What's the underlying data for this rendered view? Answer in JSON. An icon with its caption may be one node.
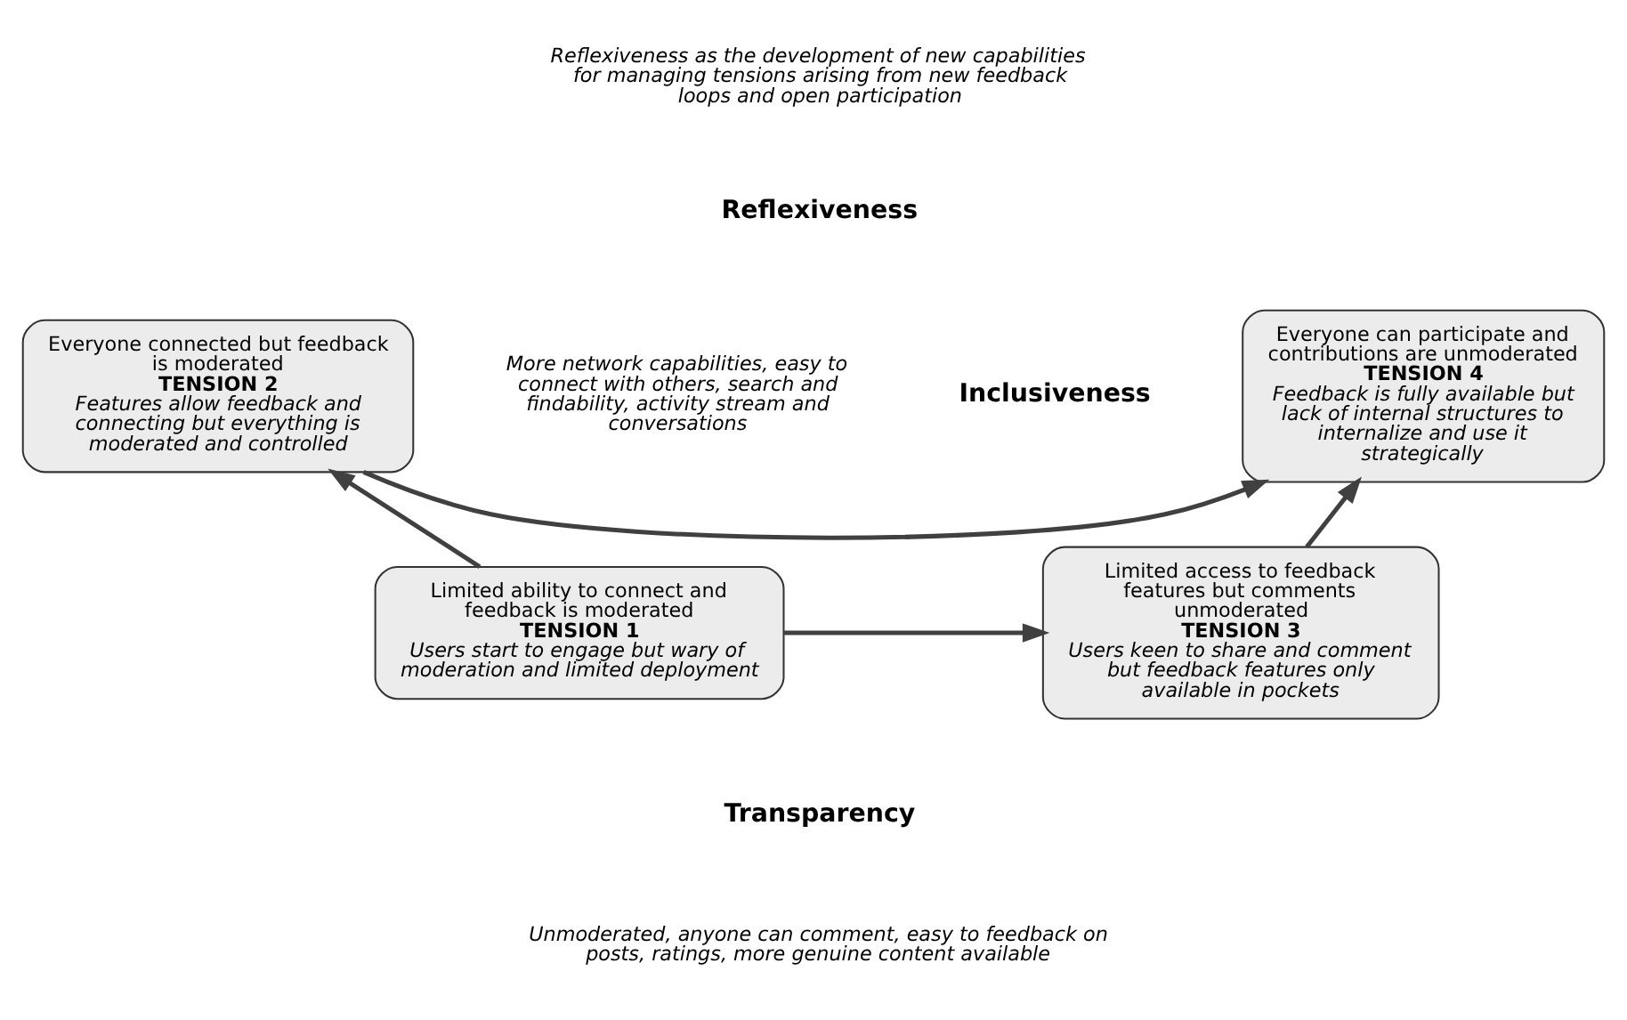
{
  "diagram": {
    "nodes": [
      {
        "text": [
          "Everyone connected but feedback is moderated",
          "TENSION 2",
          "Features allow feedback and connecting but everything is moderated and controlled"
        ]
      },
      {
        "text": [
          "Everyone can participate and contributions are unmoderated",
          "TENSION 4",
          "Feedback is fully available but lack of internal structures to internalize and use it strategically"
        ]
      },
      {
        "text": [
          "Limited ability to connect and feedback is moderated",
          "TENSION 1",
          "Users start to engage but wary of moderation and limited deployment"
        ]
      },
      {
        "text": [
          "Limited access to feedback features but comments unmoderated",
          "TENSION 3",
          "Users keen to share and comment but feedback features only available in pockets"
        ]
      }
    ],
    "edges": [
      {
        "from": 2,
        "to": 0,
        "arrow": "to"
      },
      {
        "from": 0,
        "to": 1,
        "arrow": "to"
      },
      {
        "from": 2,
        "to": 3,
        "arrow": "to"
      },
      {
        "from": 3,
        "to": 1,
        "arrow": "to"
      }
    ],
    "labels": [
      "Reflexiveness",
      "Reflexiveness as the development of new capabilities for managing tensions arising from new feedback loops and open participation",
      "Inclusiveness",
      "More network capabilities, easy to connect with others, search and findability, activity stream and conversations",
      "Transparency",
      "Unmoderated, anyone can comment, easy to feedback on posts, ratings, more genuine content available"
    ]
  }
}
